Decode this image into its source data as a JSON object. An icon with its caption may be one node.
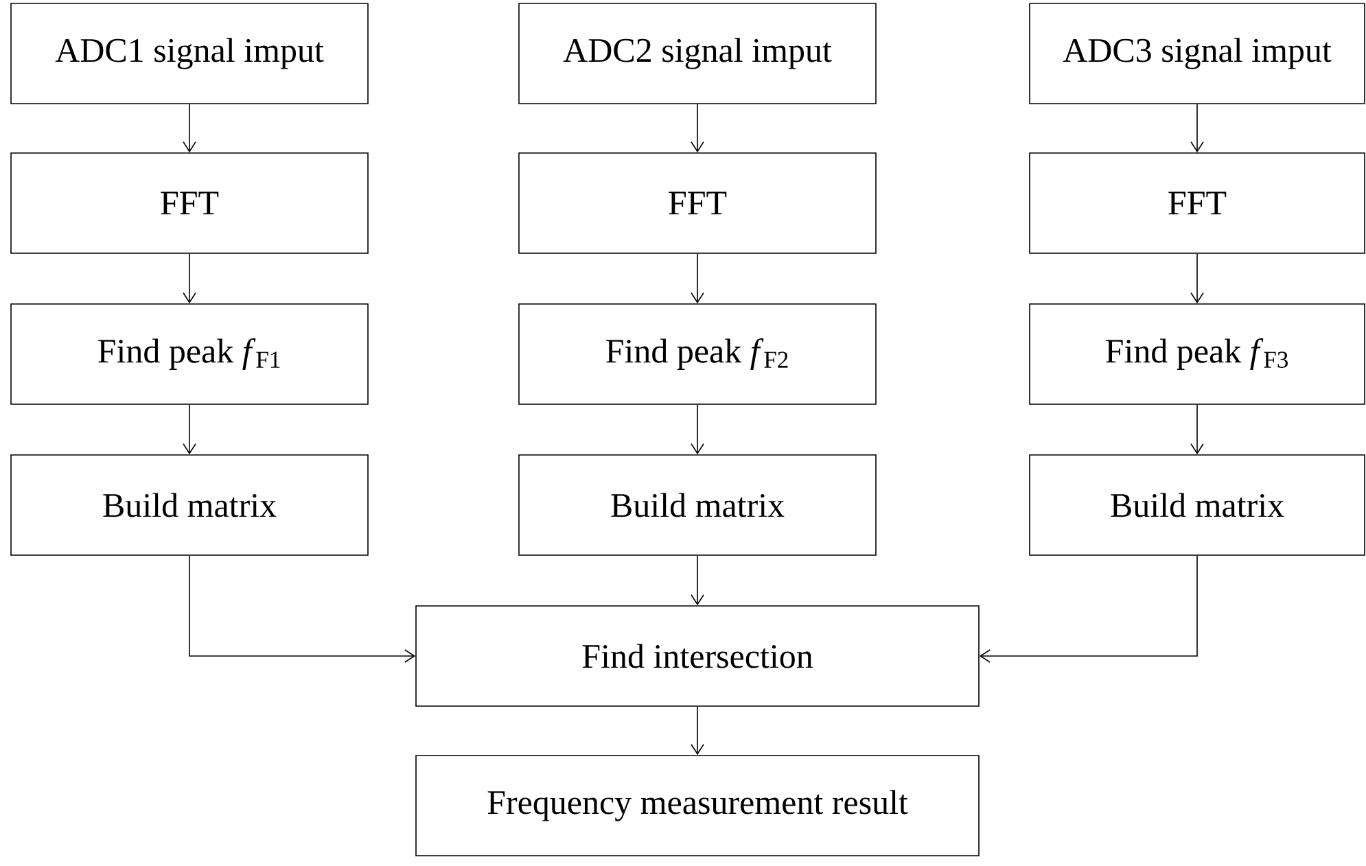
{
  "diagram": {
    "nodes": [
      {
        "text": [
          "ADC1 signal imput"
        ]
      },
      {
        "text": [
          "ADC2 signal imput"
        ]
      },
      {
        "text": [
          "ADC3 signal imput"
        ]
      },
      {
        "text": [
          "FFT"
        ]
      },
      {
        "text": [
          "FFT"
        ]
      },
      {
        "text": [
          "FFT"
        ]
      },
      {
        "text": [
          "Find peak *f*$_{F1}$"
        ]
      },
      {
        "text": [
          "Find peak *f*$_{F2}$"
        ]
      },
      {
        "text": [
          "Find peak *f*$_{F3}$"
        ]
      },
      {
        "text": [
          "Build matrix"
        ]
      },
      {
        "text": [
          "Build matrix"
        ]
      },
      {
        "text": [
          "Build matrix"
        ]
      },
      {
        "text": [
          "Find intersection"
        ]
      },
      {
        "text": [
          "Frequency measurement result"
        ]
      }
    ],
    "edges": [
      {
        "from": 0,
        "to": 3,
        "arrow": "to"
      },
      {
        "from": 1,
        "to": 4,
        "arrow": "to"
      },
      {
        "from": 2,
        "to": 5,
        "arrow": "to"
      },
      {
        "from": 3,
        "to": 6,
        "arrow": "to"
      },
      {
        "from": 4,
        "to": 7,
        "arrow": "to"
      },
      {
        "from": 5,
        "to": 8,
        "arrow": "to"
      },
      {
        "from": 6,
        "to": 9,
        "arrow": "to"
      },
      {
        "from": 7,
        "to": 10,
        "arrow": "to"
      },
      {
        "from": 8,
        "to": 11,
        "arrow": "to"
      },
      {
        "from": 9,
        "to": 12,
        "arrow": "to"
      },
      {
        "from": 10,
        "to": 12,
        "arrow": "to"
      },
      {
        "from": 11,
        "to": 12,
        "arrow": "to"
      },
      {
        "from": 12,
        "to": 13,
        "arrow": "to"
      }
    ]
  }
}
